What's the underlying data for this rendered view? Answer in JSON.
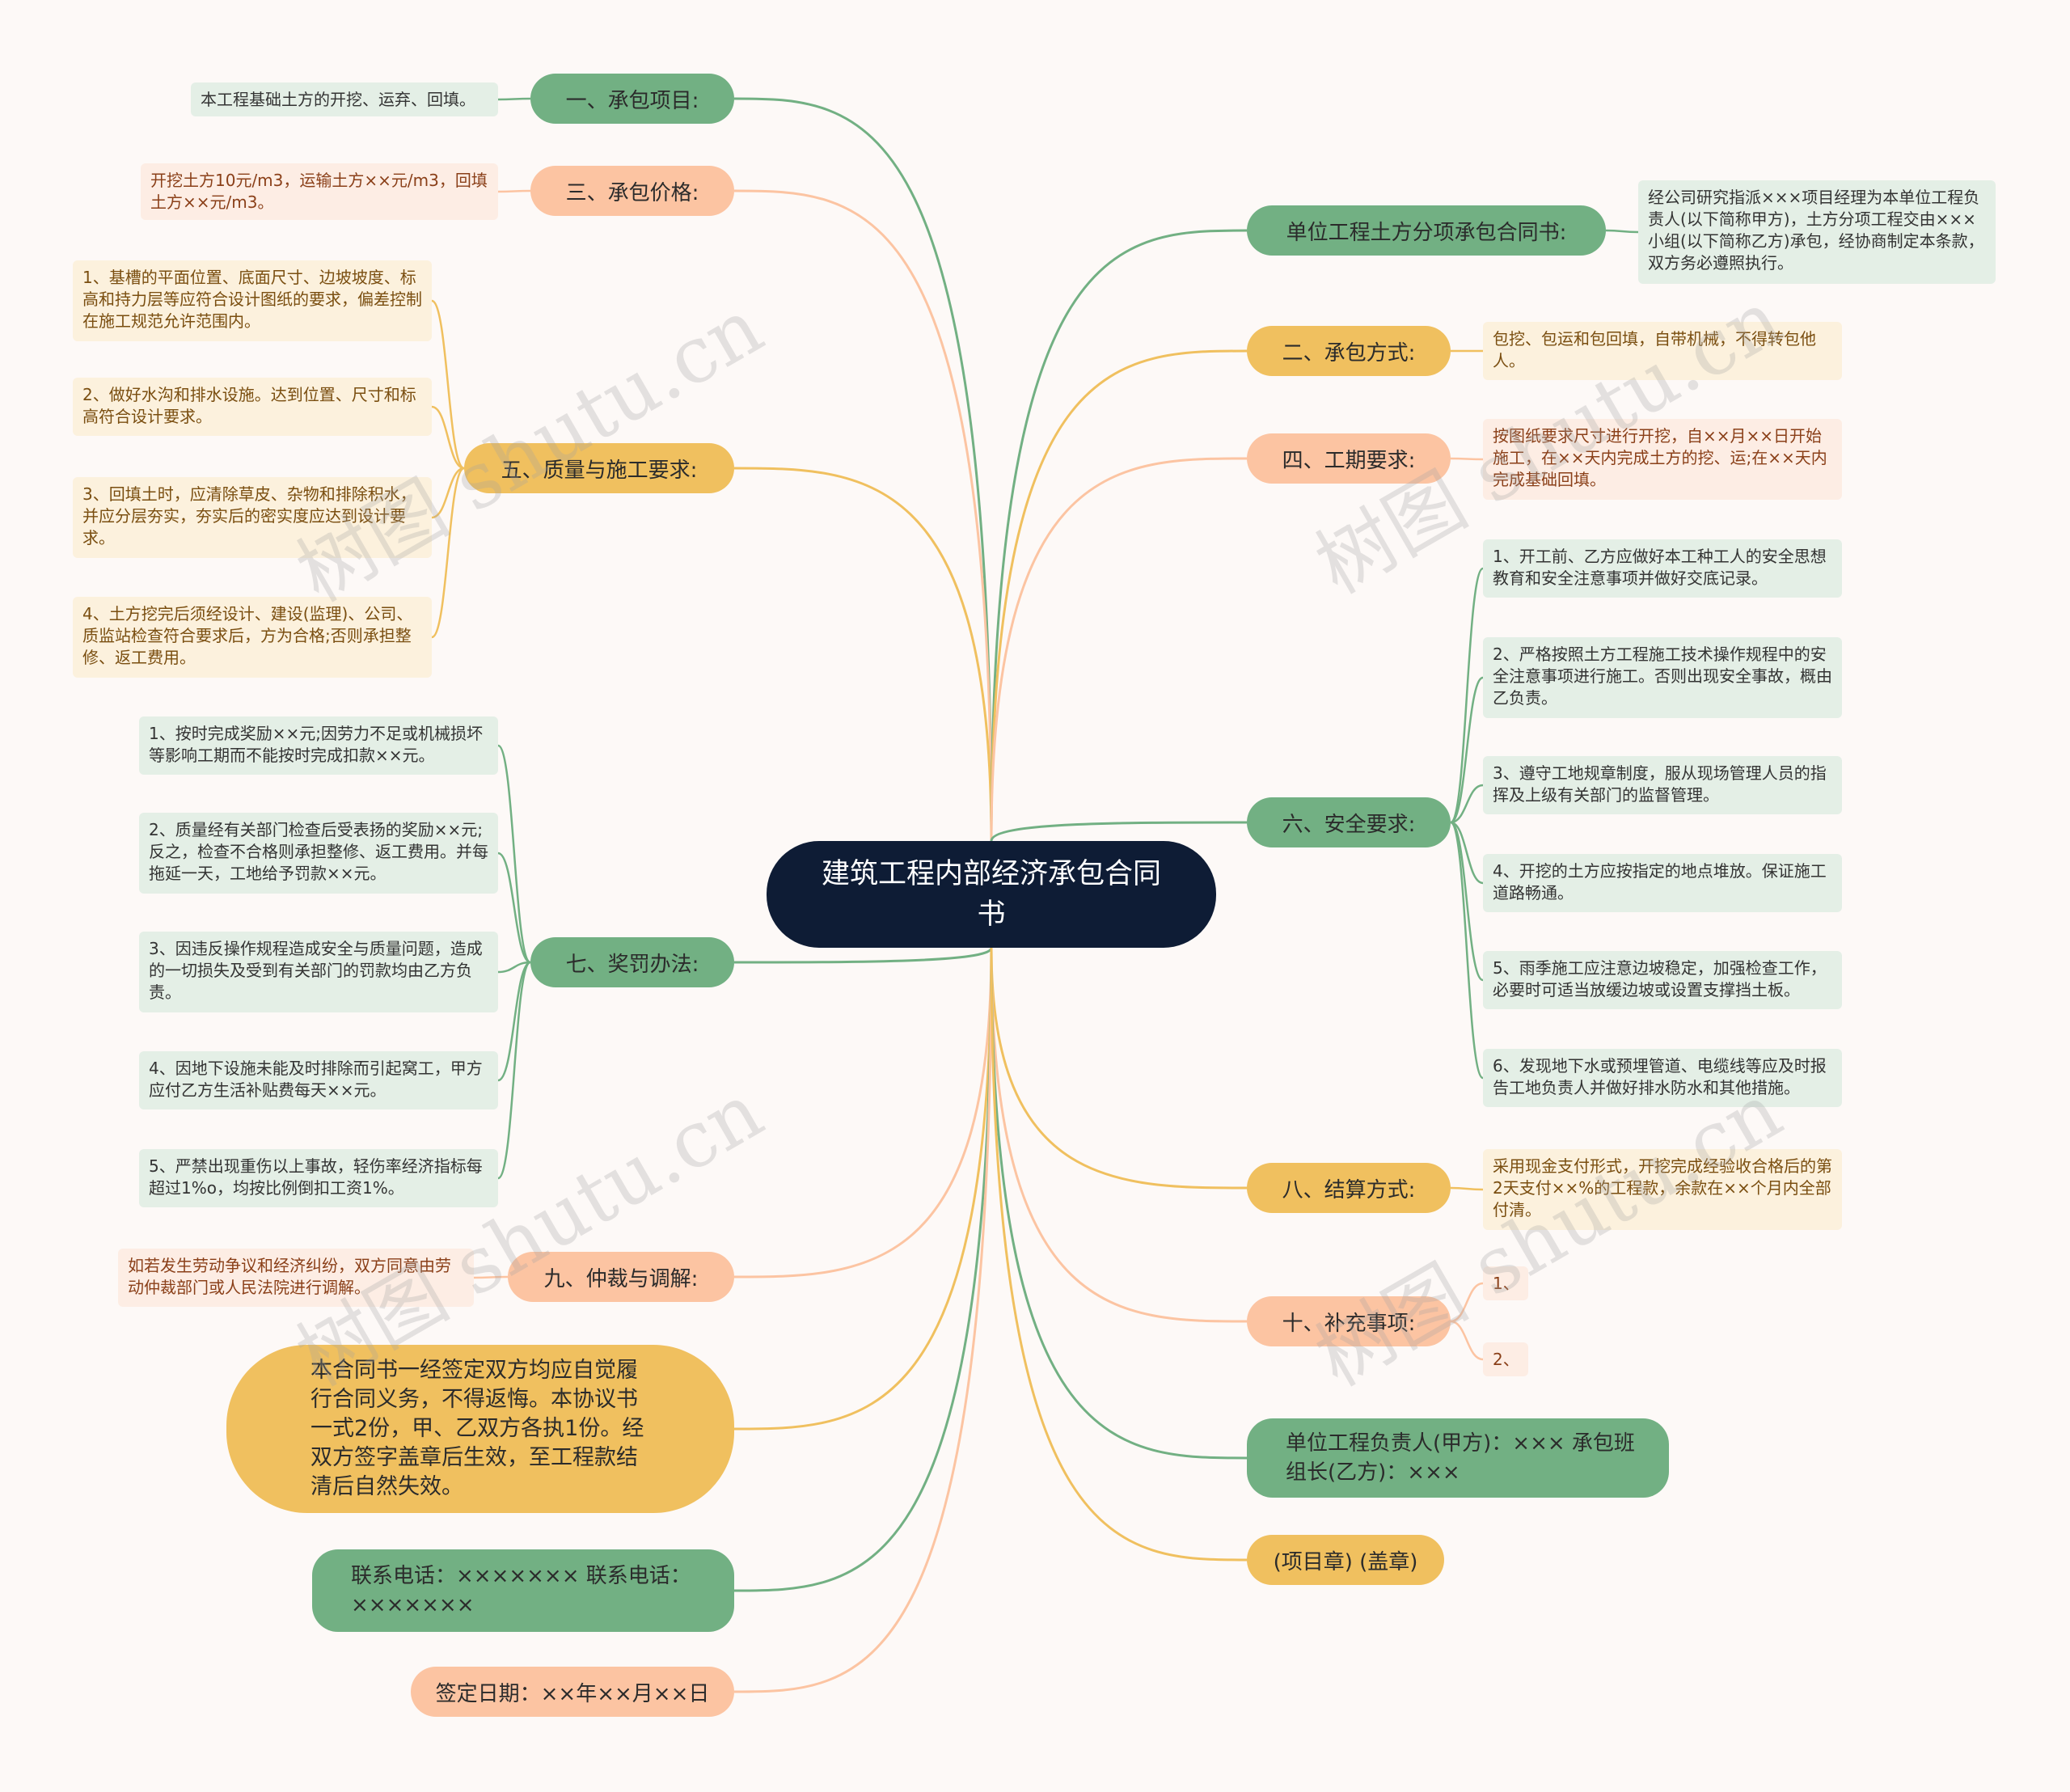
{
  "root": {
    "title": "建筑工程内部经济承包合同书"
  },
  "colors": {
    "green": "#72b083",
    "yellow": "#f0c05f",
    "peach": "#fcc4a2",
    "root": "#0e1c35",
    "background": "#fdf9f7"
  },
  "branches": {
    "b1": {
      "label": "一、承包项目:",
      "items": [
        "本工程基础土方的开挖、运弃、回填。"
      ]
    },
    "b3": {
      "label": "三、承包价格:",
      "items": [
        "开挖土方10元/m3，运输土方××元/m3，回填土方××元/m3。"
      ]
    },
    "b5": {
      "label": "五、质量与施工要求:",
      "items": [
        "1、基槽的平面位置、底面尺寸、边坡坡度、标高和持力层等应符合设计图纸的要求，偏差控制在施工规范允许范围内。",
        "2、做好水沟和排水设施。达到位置、尺寸和标高符合设计要求。",
        "3、回填土时，应清除草皮、杂物和排除积水，并应分层夯实，夯实后的密实度应达到设计要求。",
        "4、土方挖完后须经设计、建设(监理)、公司、质监站检查符合要求后，方为合格;否则承担整修、返工费用。"
      ]
    },
    "b7": {
      "label": "七、奖罚办法:",
      "items": [
        "1、按时完成奖励××元;因劳力不足或机械损坏等影响工期而不能按时完成扣款××元。",
        "2、质量经有关部门检查后受表扬的奖励××元;反之，检查不合格则承担整修、返工费用。并每拖延一天，工地给予罚款××元。",
        "3、因违反操作规程造成安全与质量问题，造成的一切损失及受到有关部门的罚款均由乙方负责。",
        "4、因地下设施未能及时排除而引起窝工，甲方应付乙方生活补贴费每天××元。",
        "5、严禁出现重伤以上事故，轻伤率经济指标每超过1%o，均按比例倒扣工资1%。"
      ]
    },
    "b9": {
      "label": "九、仲裁与调解:",
      "items": [
        "如若发生劳动争议和经济纠纷，双方同意由劳动仲裁部门或人民法院进行调解。"
      ]
    },
    "b_effect": {
      "label": "本合同书一经签定双方均应自觉履行合同义务，不得返悔。本协议书一式2份，甲、乙双方各执1份。经双方签字盖章后生效，至工程款结清后自然失效。"
    },
    "b_phone": {
      "label": "联系电话：××××××× 联系电话：×××××××"
    },
    "b_date": {
      "label": "签定日期：××年××月××日"
    },
    "b_unit": {
      "label": "单位工程土方分项承包合同书:",
      "items": [
        "经公司研究指派×××项目经理为本单位工程负责人(以下简称甲方)，土方分项工程交由×××小组(以下简称乙方)承包，经协商制定本条款，双方务必遵照执行。"
      ]
    },
    "b2": {
      "label": "二、承包方式:",
      "items": [
        "包挖、包运和包回填，自带机械，不得转包他人。"
      ]
    },
    "b4": {
      "label": "四、工期要求:",
      "items": [
        "按图纸要求尺寸进行开挖，自××月××日开始施工，在××天内完成土方的挖、运;在××天内完成基础回填。"
      ]
    },
    "b6": {
      "label": "六、安全要求:",
      "items": [
        "1、开工前、乙方应做好本工种工人的安全思想教育和安全注意事项并做好交底记录。",
        "2、严格按照土方工程施工技术操作规程中的安全注意事项进行施工。否则出现安全事故，概由乙负责。",
        "3、遵守工地规章制度，服从现场管理人员的指挥及上级有关部门的监督管理。",
        "4、开挖的土方应按指定的地点堆放。保证施工道路畅通。",
        "5、雨季施工应注意边坡稳定，加强检查工作，必要时可适当放缓边坡或设置支撑挡土板。",
        "6、发现地下水或预埋管道、电缆线等应及时报告工地负责人并做好排水防水和其他措施。"
      ]
    },
    "b8": {
      "label": "八、结算方式:",
      "items": [
        "采用现金支付形式，开挖完成经验收合格后的第2天支付××%的工程款，余款在××个月内全部付清。"
      ]
    },
    "b10": {
      "label": "十、补充事项:",
      "items": [
        "1、",
        "2、"
      ]
    },
    "b_sign": {
      "label": "单位工程负责人(甲方)：××× 承包班组长(乙方)：×××"
    },
    "b_seal": {
      "label": "(项目章) (盖章)"
    }
  },
  "watermark": "树图 shutu.cn"
}
